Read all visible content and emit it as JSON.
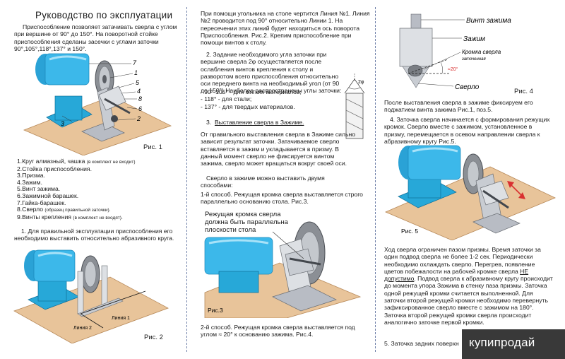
{
  "col1": {
    "title": "Руководство по эксплуатации",
    "intro": "Приспособление позволяет затачивать сверла с углом при вершине от 90° до 150°. На поворотной стойке приспособления сделаны засечки с углами заточки 90°,105°,118°,137° и 150°.",
    "fig1_caption": "Рис. 1",
    "fig1_callouts": [
      "7",
      "1",
      "5",
      "4",
      "8",
      "6",
      "2",
      "3"
    ],
    "parts": [
      {
        "text": "1.Круг алмазный, чашка",
        "note": "(в комплект не входит)"
      },
      {
        "text": "2.Стойка приспособления.",
        "note": ""
      },
      {
        "text": "3.Призма.",
        "note": ""
      },
      {
        "text": "4.Зажим.",
        "note": ""
      },
      {
        "text": "5.Винт зажима.",
        "note": ""
      },
      {
        "text": "6.Зажимной барашек.",
        "note": ""
      },
      {
        "text": "7.Гайка-барашек.",
        "note": ""
      },
      {
        "text": "8.Сверло",
        "note": "(образец правильной заточки)."
      },
      {
        "text": "9.Винты крепления",
        "note": "(в комплект не входят)."
      }
    ],
    "step1": "1. Для правильной эксплуатации приспособления его необходимо выставить относительно абразивного круга.",
    "fig2_caption": "Рис. 2",
    "fig2_line1": "Линия 1",
    "fig2_line2": "Линия 2"
  },
  "col2": {
    "para1": "При помощи угольника на столе чертится Линия №1. Линия №2 проводится под 90° относительно Линии 1. На пересечении этих линий будет находиться ось поворота Приспособления. Рис.2. Крепим приспособление при помощи винтов к столу.",
    "step2": "2. Задание необходимого угла заточки при вершине сверла 2φ осуществляется после ослабления винтов крепления к столу и разворотом всего приспособления относительно оси переднего винта на необходимый угол (от 90 до 150°) Наиболее распространены углы заточки:",
    "angles": [
      "- 90°-105° - для мягких материалов;",
      "- 118° - для стали;",
      "- 137° - для твердых материалов."
    ],
    "angle_label": "2φ",
    "step3_num": "3.",
    "step3_title": "Выставление сверла в Зажиме.",
    "para3": "От правильного выставления сверла в Зажиме сильно зависит результат заточки. Затачиваемое сверло вставляется в зажим и укладывается в призму. В данный момент сверло не фиксируется винтом зажима, сверло может вращаться вокруг своей оси.",
    "para4": "Сверло в зажиме можно выставить двумя способами:",
    "method1": "1-й способ. Режущая кромка сверла выставляется строго параллельно основанию стола. Рис.3.",
    "fig3_callout": "Режущая кромка сверла должна быть параллельна плоскости стола",
    "fig3_caption": "Рис.3",
    "method2": "2-й способ. Режущая кромка сверла выставляется под углом ≈ 20° к основанию зажима. Рис.4."
  },
  "col3": {
    "fig4_labels": {
      "screw": "Винт зажима",
      "clamp": "Зажим",
      "edge": "Кромка сверла",
      "sharpen": "заточенная",
      "drill": "Сверло",
      "angle": "≈20°"
    },
    "fig4_caption": "Рис. 4",
    "para1": "После выставления сверла в зажиме фиксируем его поджатием винта зажима Рис.1, поз.5.",
    "step4": "4. Заточка сверла начинается с формирования режущих кромок. Сверло вместе с зажимом, установленное в призму, перемещается в осевом направлении сверла к абразивному кругу Рис.5.",
    "fig5_caption": "Рис. 5",
    "para2_a": "Ход сверла ограничен пазом призмы. Время заточки за один подвод сверла не более 1-2 сек. Периодически необходимо охлаждать сверло. Перегрев, появление цветов побежалости на рабочей кромке сверла ",
    "para2_u": "НЕ допустимо",
    "para2_b": ". Подвод сверла к абразивному кругу происходит до момента упора Зажима в стенку паза призмы. Заточка одной режущей кромки считается выполненной. Для заточки второй режущей кромки необходимо перевернуть зафиксированное сверло вместе с зажимом на 180°. Заточка второй режущей кромки сверла происходит аналогично заточке первой кромки.",
    "step5": "5. Заточка задних поверхн"
  },
  "watermark": "купипродай",
  "colors": {
    "motor": "#3cb8ea",
    "stand": "#27a8d8",
    "wood": "#e8c49a",
    "metal": "#b8bcc4",
    "wheel": "#8b8f95",
    "arrow": "#d93030",
    "divider": "#6e7fa8"
  }
}
